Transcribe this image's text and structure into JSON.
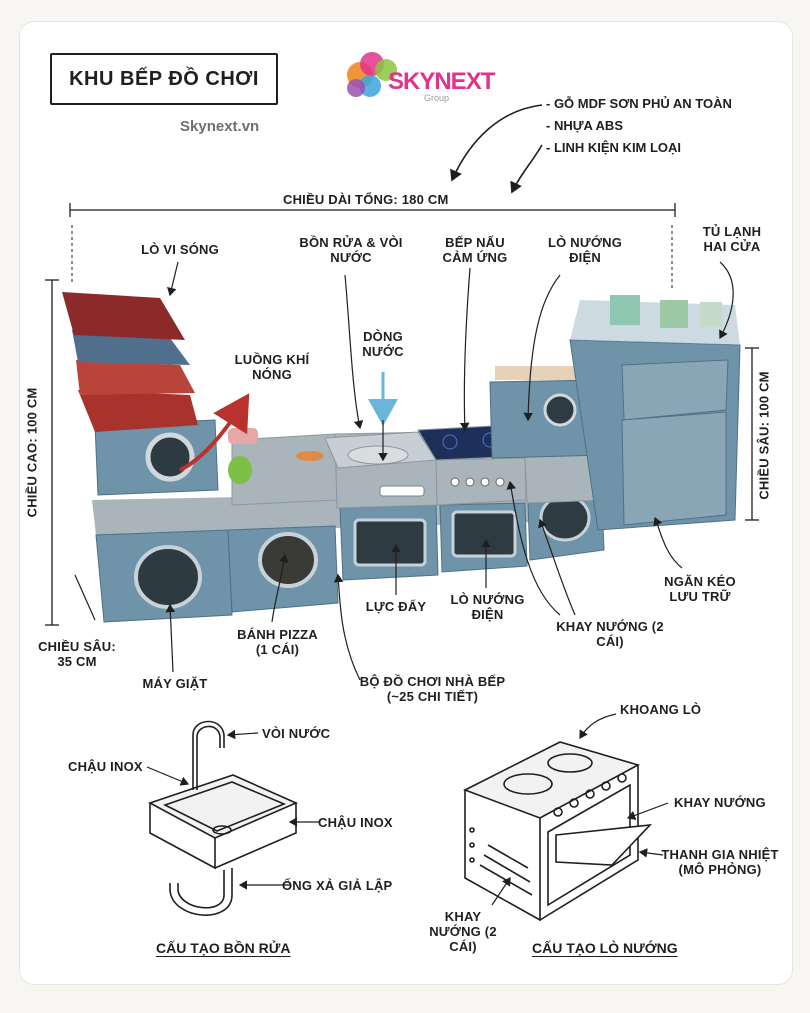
{
  "header": {
    "title": "KHU BẾP ĐỒ CHƠI",
    "website": "Skynext.vn",
    "brand": {
      "name": "SKYNEXT",
      "sub": "Group"
    }
  },
  "materials": [
    "- GỖ MDF SƠN PHỦ AN TOÀN",
    "- NHỰA ABS",
    "- LINH KIỆN KIM LOẠI"
  ],
  "dimensions": {
    "length": "CHIỀU DÀI TỔNG: 180 CM",
    "height": "CHIỀU CAO: 100 CM",
    "depth_left": "CHIỀU SÂU: 35 CM",
    "depth_right": "CHIỀU SÂU: 100 CM"
  },
  "callouts": {
    "microwave": "LÒ VI SÓNG",
    "hot_air": "LUỒNG KHÍ NÓNG",
    "sink": "BỒN RỬA & VÒI NƯỚC",
    "water_flow": "DÒNG NƯỚC",
    "induction": "BẾP NẤU CẢM ỨNG",
    "electric_oven_top": "LÒ NƯỚNG ĐIỆN",
    "fridge": "TỦ LẠNH HAI CỬA",
    "storage_drawer": "NGĂN KÉO LƯU TRỮ",
    "push_force": "LỰC ĐẨY",
    "electric_oven_bottom": "LÒ NƯỚNG ĐIỆN",
    "baking_tray": "KHAY NƯỚNG (2 CÁI)",
    "pizza": "BÁNH PIZZA (1 CÁI)",
    "toy_set": "BỘ ĐỒ CHƠI NHÀ BẾP (~25 CHI TIẾT)",
    "washer": "MÁY GIẶT"
  },
  "sink_diagram": {
    "caption": "CẤU TẠO BỒN RỬA",
    "faucet": "VÒI NƯỚC",
    "basin_left": "CHẬU INOX",
    "basin_right": "CHẬU INOX",
    "drain": "ỐNG XẢ GIẢ LẬP"
  },
  "oven_diagram": {
    "caption": "CẤU TẠO LÒ NƯỚNG",
    "chamber": "KHOANG LÒ",
    "tray": "KHAY NƯỚNG",
    "heater": "THANH GIA NHIỆT (MÔ PHỎNG)",
    "tray_count": "KHAY NƯỚNG (2 CÁI)"
  },
  "colors": {
    "cabinet": "#6f93a8",
    "cabinet_dark": "#4f7186",
    "counter": "#a9b4bb",
    "brand_pink": "#e0338a",
    "bag_red": "#a8322c",
    "arrow_blue": "#6bb5d9"
  }
}
